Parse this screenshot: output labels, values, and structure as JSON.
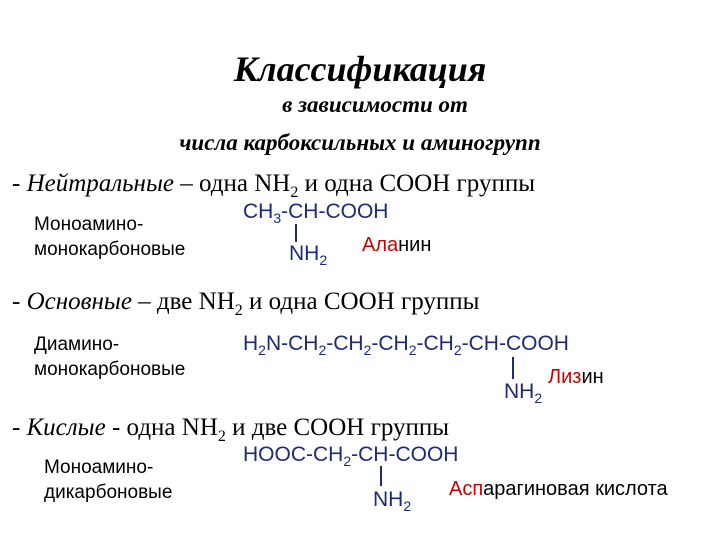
{
  "title": "Классификация",
  "subtitle_line1": "в зависимости от",
  "subtitle_line2": "числа карбоксильных и аминогрупп",
  "groups": [
    {
      "dash": "-",
      "type": "Нейтральные",
      "desc": "– одна NH",
      "desc_sub": "2",
      "desc_tail": " и одна COOH группы",
      "subclass_line1": "Моноамино-",
      "subclass_line2": "монокарбоновые",
      "formula": {
        "main": [
          "CH",
          "3",
          "-CH-COOH"
        ],
        "branch_text": "NH",
        "branch_sub": "2"
      },
      "compound_red": "Ала",
      "compound_rest": "нин"
    },
    {
      "dash": "-",
      "type": "Основные",
      "desc": "– две NH",
      "desc_sub": "2",
      "desc_tail": " и одна COOH группы",
      "subclass_line1": "Диамино-",
      "subclass_line2": "монокарбоновые",
      "formula": {
        "parts": [
          "H",
          "2",
          "N-CH",
          "2",
          "-CH",
          "2",
          "-CH",
          "2",
          "-CH",
          "2",
          "-CH-COOH"
        ],
        "branch_text": "NH",
        "branch_sub": "2"
      },
      "compound_red": "Лиз",
      "compound_rest": "ин"
    },
    {
      "dash": "-",
      "type": "Кислые",
      "desc": "- одна NH",
      "desc_sub": "2",
      "desc_tail": " и две COOH группы",
      "subclass_line1": "Моноамино-",
      "subclass_line2": "дикарбоновые",
      "formula": {
        "parts": [
          "HOOC-CH",
          "2",
          "-CH-COOH"
        ],
        "branch_text": "NH",
        "branch_sub": "2"
      },
      "compound_red": "Асп",
      "compound_rest": "арагиновая кислота"
    }
  ],
  "colors": {
    "formula": "#1e2a78",
    "highlight": "#cc0000",
    "text": "#000000"
  }
}
